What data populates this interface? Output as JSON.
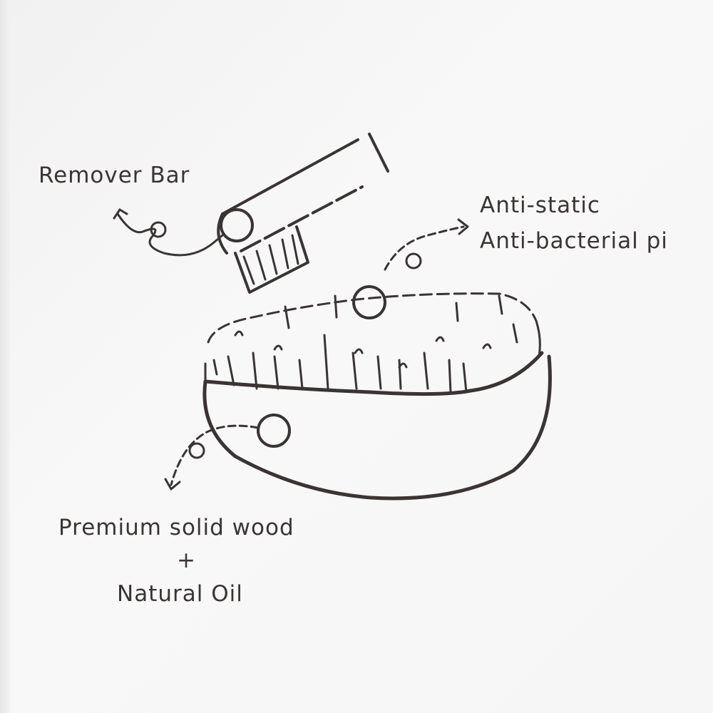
{
  "labels": {
    "remover_bar": "Remover Bar",
    "anti_static": "Anti-static",
    "anti_bacterial": "Anti-bacterial pi",
    "wood": "Premium solid wood",
    "plus": "+",
    "oil": "Natural Oil"
  },
  "colors": {
    "ink": "#3a3434",
    "paper": "#f6f6f6"
  }
}
